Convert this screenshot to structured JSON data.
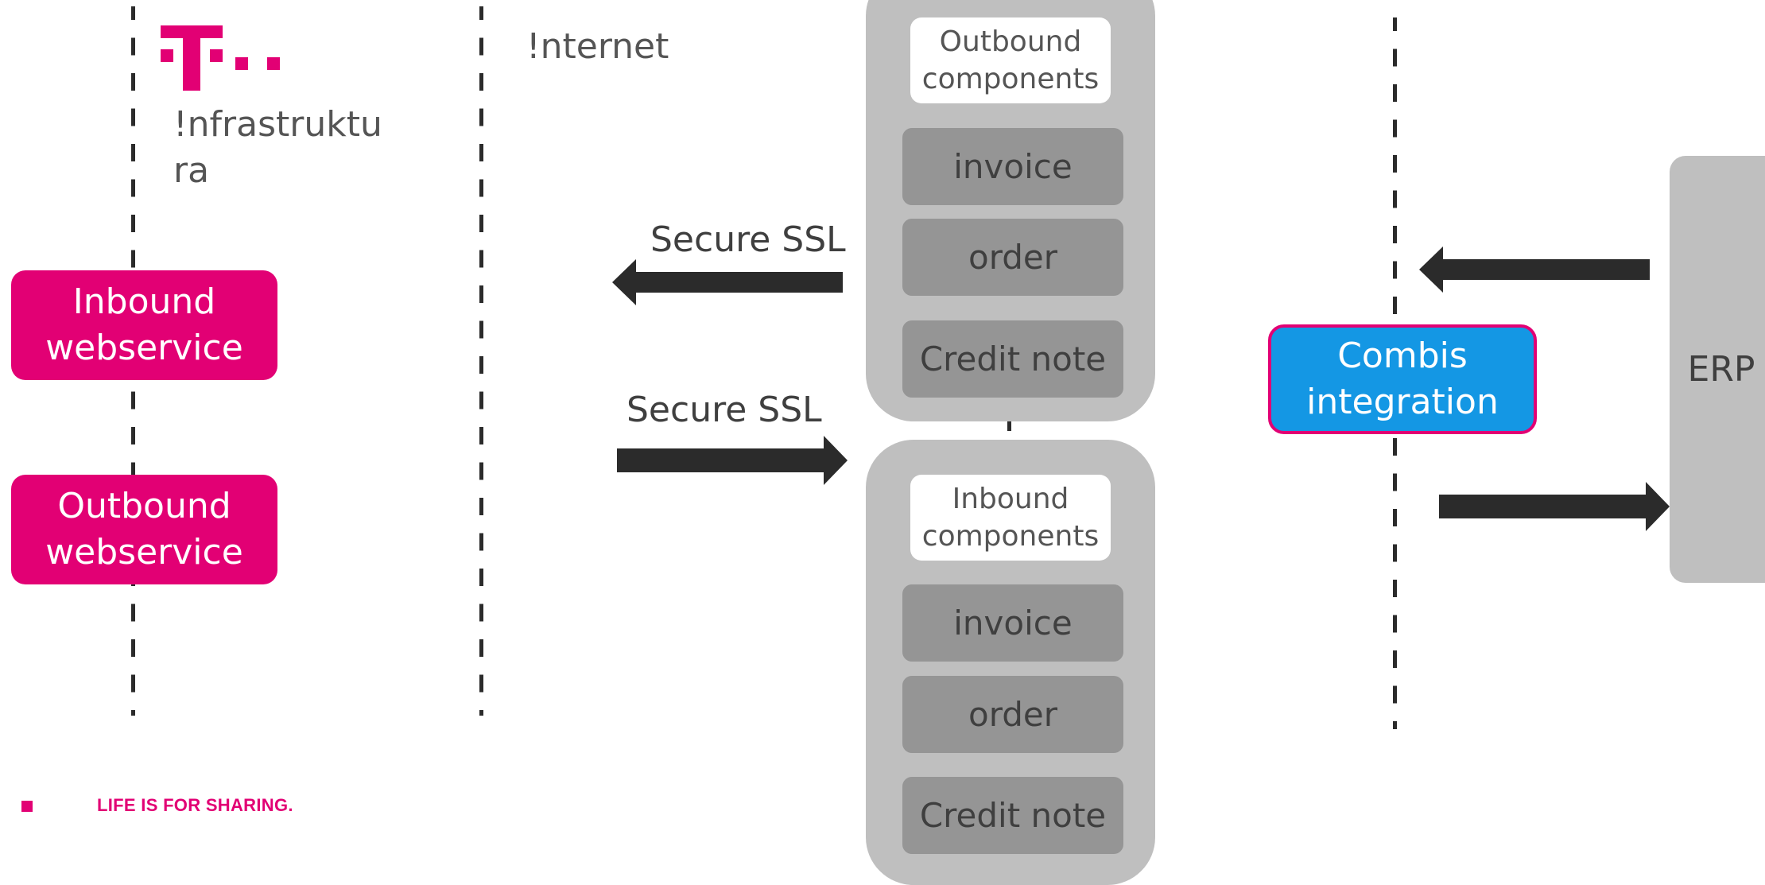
{
  "brand_color": "#e20074",
  "zones": {
    "infrastructure_label": "!nfrastruktu ra",
    "internet_label": "!nternet"
  },
  "left_services": {
    "inbound": "Inbound webservice",
    "outbound": "Outbound webservice"
  },
  "outbound_group": {
    "header": "Outbound components",
    "items": [
      "invoice",
      "order",
      "Credit note"
    ]
  },
  "inbound_group": {
    "header": "Inbound components",
    "items": [
      "invoice",
      "order",
      "Credit note"
    ]
  },
  "ssl_labels": [
    "Secure SSL",
    "Secure SSL"
  ],
  "integration": {
    "label": "Combis integration",
    "color": "#1497e4"
  },
  "erp": {
    "label": "ERP"
  },
  "footer": {
    "slogan": "LIFE IS FOR SHARING."
  },
  "icons": {
    "logo": "telekom-t-logo",
    "arrows": [
      "arrow-left",
      "arrow-right",
      "arrow-left",
      "arrow-right"
    ]
  }
}
